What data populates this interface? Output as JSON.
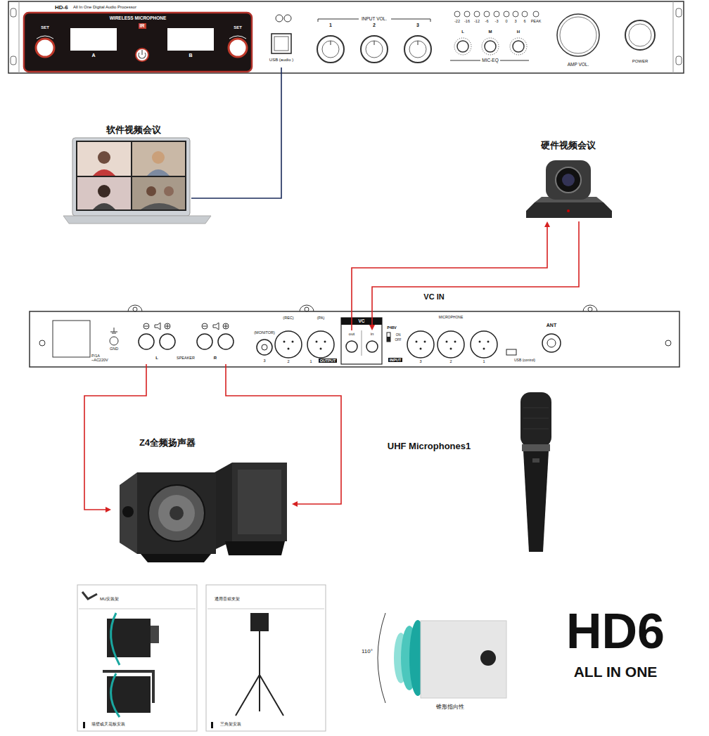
{
  "diagram": {
    "nodes": [
      {
        "text": [
          "HD-6",
          "All In One Digital Audio Processor"
        ]
      },
      {
        "text": [
          "WIRELESS MICROPHONE"
        ],
        "in": 0
      },
      {
        "text": [
          "USB (audio )"
        ],
        "in": 0
      },
      {
        "text": [
          "软件视频会议"
        ]
      },
      {
        "text": [
          "硬件视频会议"
        ]
      },
      {
        "text": [
          "VC"
        ]
      },
      {
        "text": [
          "out"
        ],
        "in": 5
      },
      {
        "text": [
          "in"
        ],
        "in": 5
      },
      {
        "text": [
          "L"
        ]
      },
      {
        "text": [
          "R"
        ]
      },
      {
        "text": [
          "Z4全频扬声器"
        ]
      },
      {
        "text": [
          "MU安装架",
          "墙壁或天花板安装"
        ]
      },
      {
        "text": [
          "通用音箱支架",
          "三角架安装"
        ]
      }
    ],
    "edges": [
      {
        "from": 2,
        "to": 3,
        "arrow": "none"
      },
      {
        "from": 6,
        "to": 4,
        "arrow": "to"
      },
      {
        "from": 4,
        "to": 7,
        "arrow": "to"
      },
      {
        "from": 8,
        "to": 10,
        "arrow": "to"
      },
      {
        "from": 9,
        "to": 10,
        "arrow": "to"
      }
    ],
    "labels": [
      "SET",
      "SET",
      "IR",
      "A",
      "B",
      "INPUT VOL.",
      "1",
      "2",
      "3",
      "-22",
      "-16",
      "-12",
      "-6",
      "-3",
      "0",
      "3",
      "6",
      "PEAK",
      "L",
      "M",
      "H",
      "MIC-EQ",
      "AMP VOL.",
      "POWER",
      "VC IN",
      "GND",
      "P/1A ~AC220V",
      "SPEAKER",
      "(MONITOR)",
      "(REC)",
      "(PA)",
      "3",
      "2",
      "1",
      "OUTPUT",
      "P48V",
      "ON",
      "OFF",
      "INPUT",
      "MICROPHONE",
      "3",
      "2",
      "1",
      "USB (control)",
      "ANT",
      "UHF Microphones1",
      "110°",
      "锥形指向性",
      "HD6",
      "ALL IN ONE"
    ]
  }
}
